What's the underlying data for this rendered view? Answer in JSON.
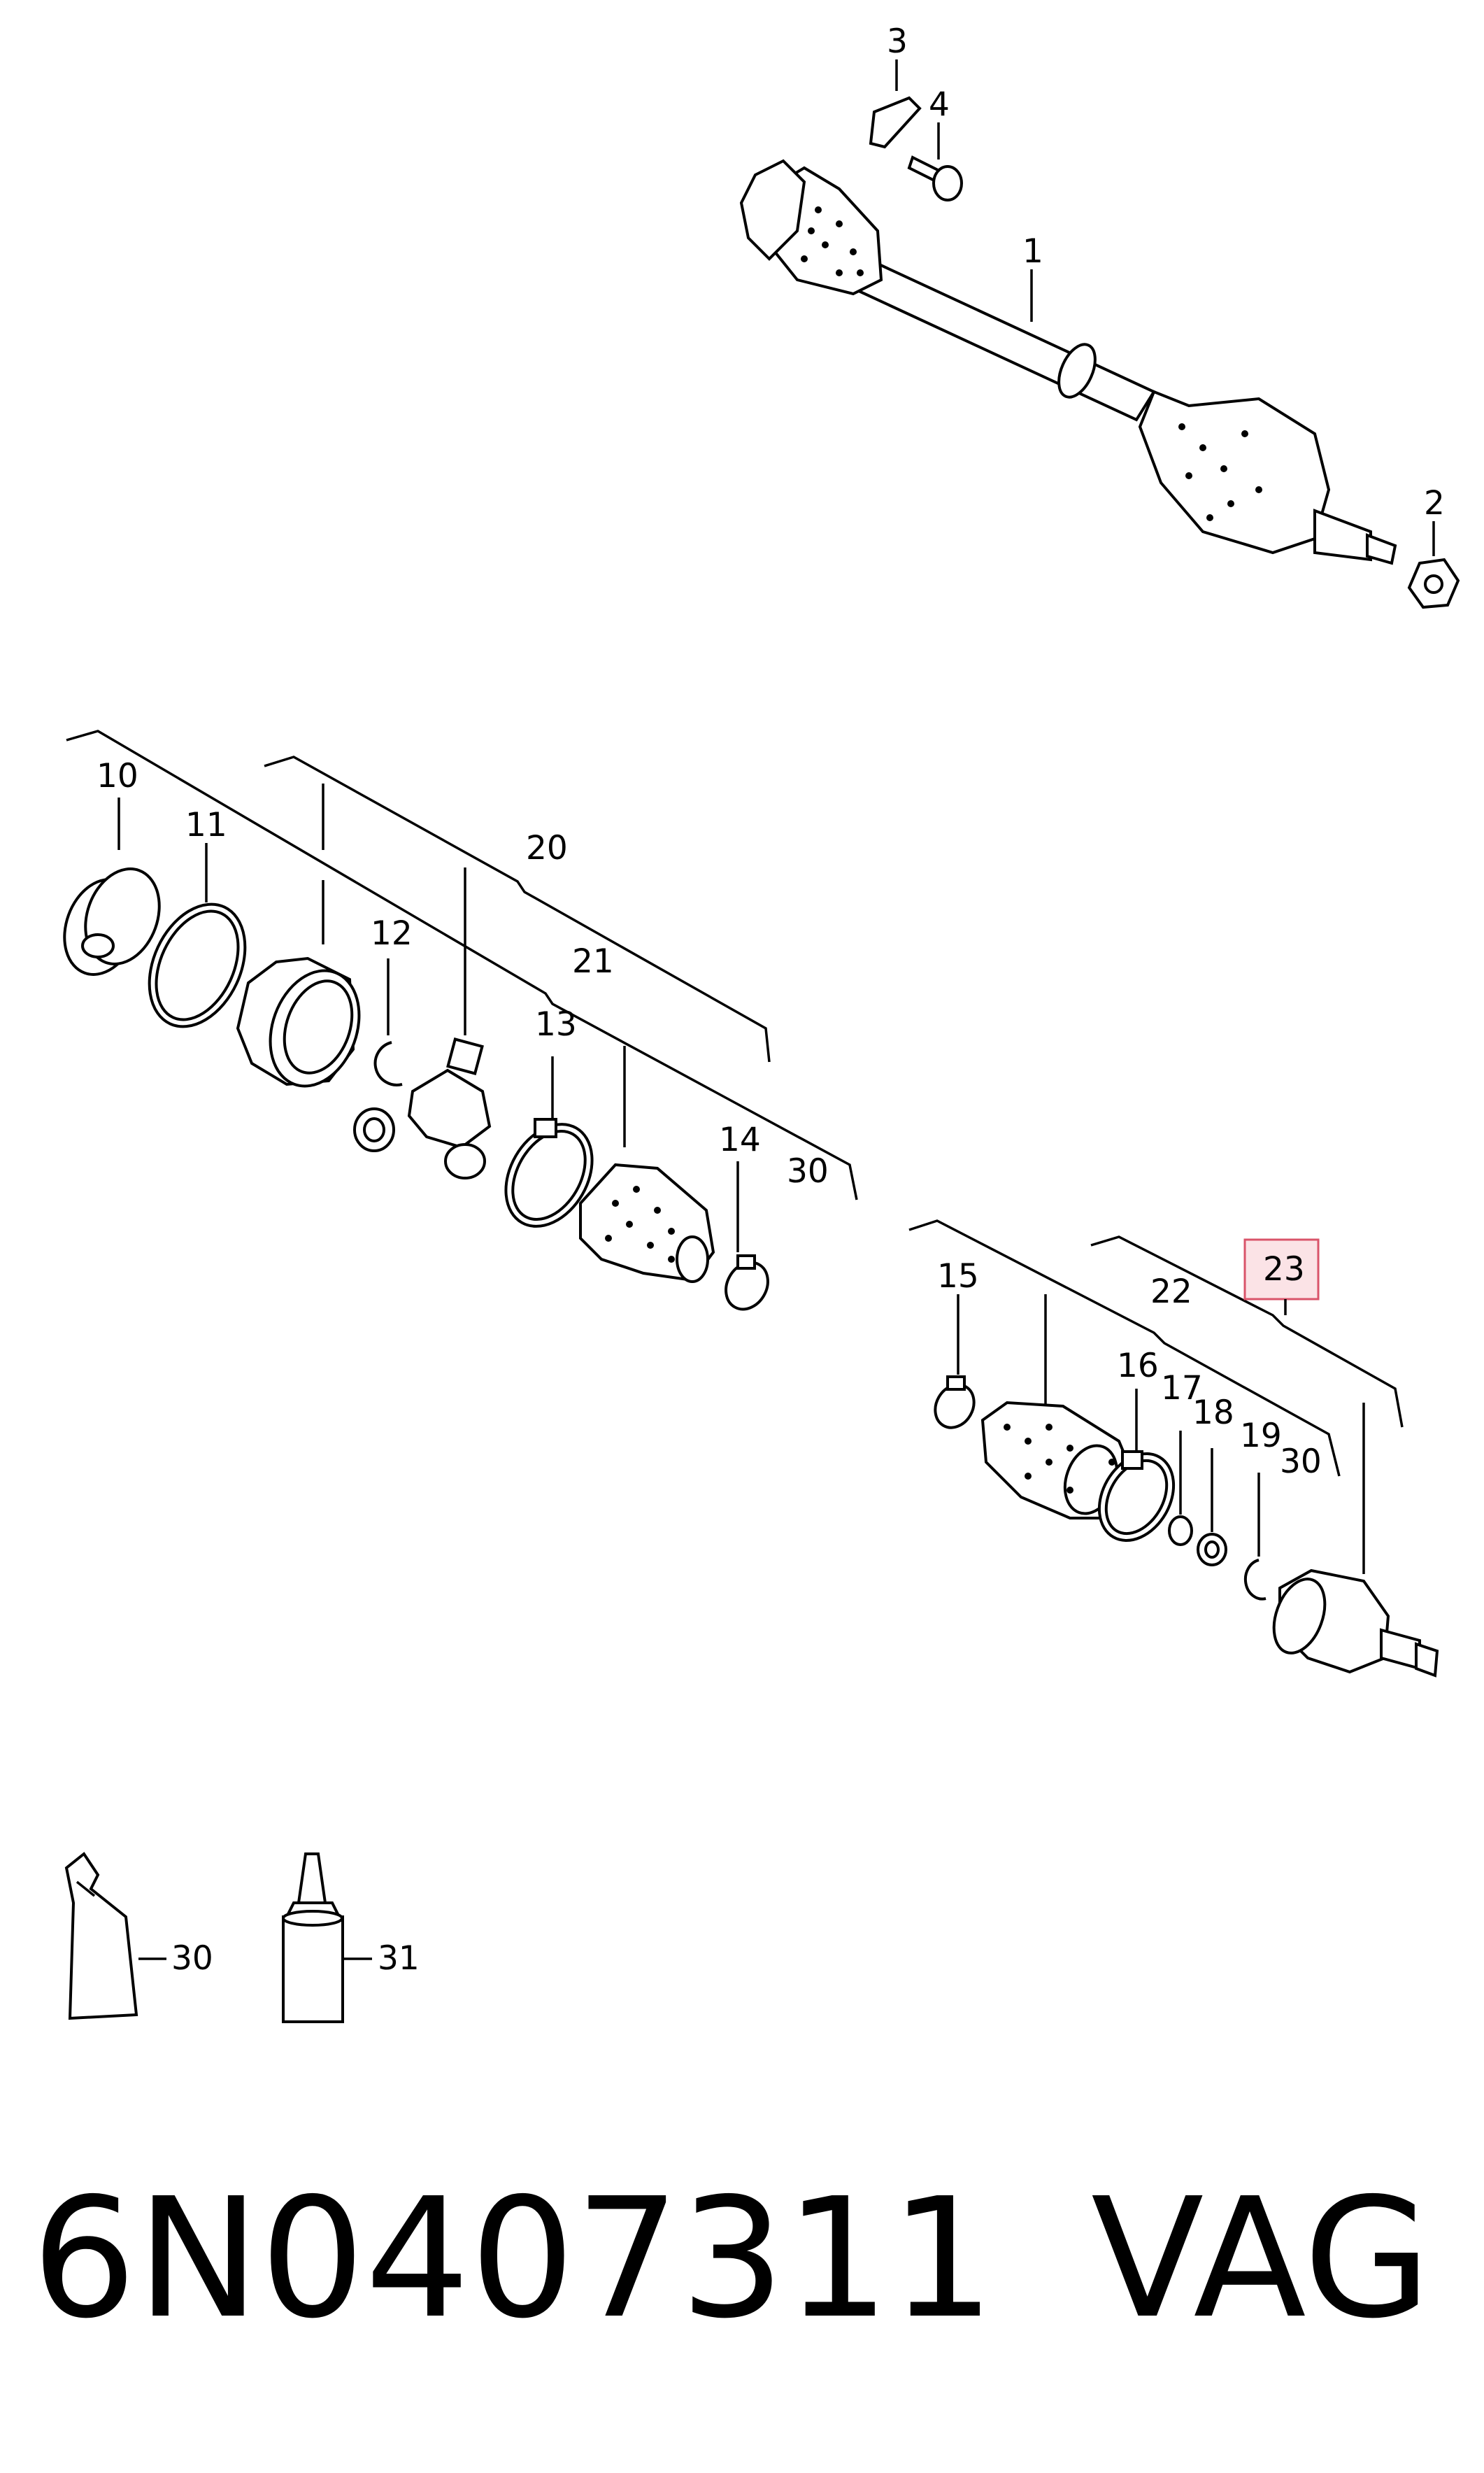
{
  "callouts": {
    "c1": "1",
    "c2": "2",
    "c3": "3",
    "c4": "4",
    "c10": "10",
    "c11": "11",
    "c12": "12",
    "c13": "13",
    "c14": "14",
    "c15": "15",
    "c16": "16",
    "c17": "17",
    "c18": "18",
    "c19": "19",
    "c20": "20",
    "c21": "21",
    "c22": "22",
    "c23": "23",
    "c30a": "30",
    "c30b": "30",
    "c30c": "30",
    "c31": "31"
  },
  "highlighted_callout": "23",
  "highlight_color": "#fbe3e6",
  "caption": {
    "part_number": "6N0407311",
    "brand": "VAG"
  }
}
